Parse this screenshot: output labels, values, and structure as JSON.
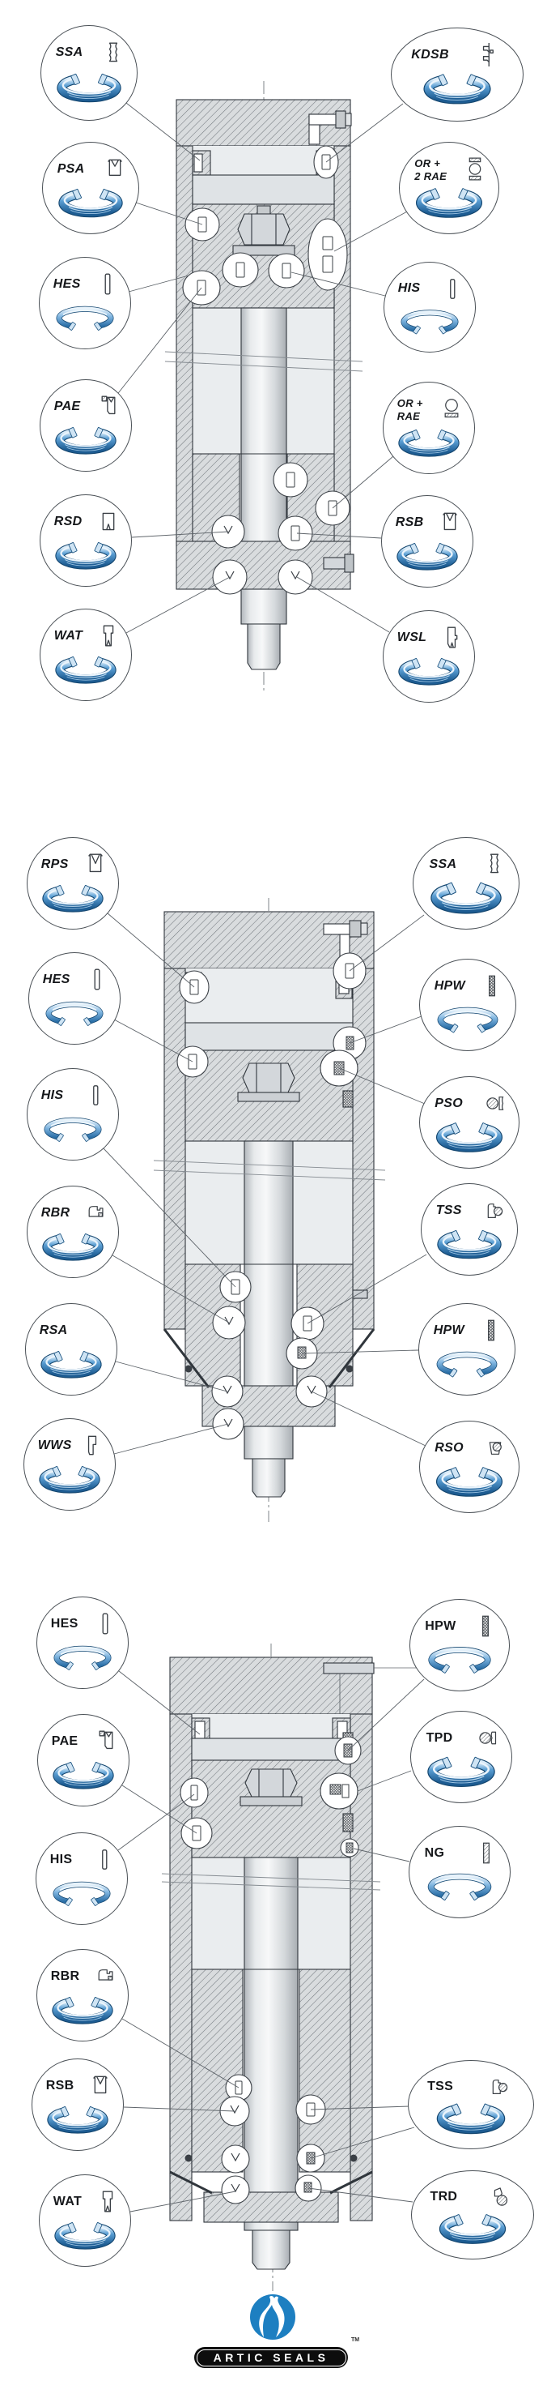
{
  "brand": {
    "name": "ARTIC SEALS",
    "tm": "TM",
    "logo_blue": "#1d7fc1",
    "bar_bg": "#0d0d0d",
    "bar_text_color": "#ffffff"
  },
  "colors": {
    "seal_blue_dark": "#17507e",
    "seal_blue": "#2f7cb9",
    "seal_blue_light": "#bcd9ef",
    "metal_fill": "#d9dcde",
    "bore_fill": "#eaedef",
    "outline": "#30363c",
    "leader_line": "#5c6268"
  },
  "diagrams": [
    {
      "name": "cylinder-section-1",
      "callouts": [
        {
          "label": "SSA",
          "icon": "ssa-profile-icon",
          "ring": "cup"
        },
        {
          "label": "PSA",
          "icon": "psa-profile-icon",
          "ring": "cup"
        },
        {
          "label": "HES",
          "icon": "hes-profile-icon",
          "ring": "band"
        },
        {
          "label": "PAE",
          "icon": "pae-profile-icon",
          "ring": "cup"
        },
        {
          "label": "RSD",
          "icon": "rsd-profile-icon",
          "ring": "cup"
        },
        {
          "label": "WAT",
          "icon": "wat-profile-icon",
          "ring": "cup"
        },
        {
          "label": "KDSB",
          "icon": "kdsb-profile-icon",
          "ring": "cup"
        },
        {
          "label": "OR +",
          "label2": "2 RAE",
          "icon": "or-2rae-profile-icon",
          "ring": "cup"
        },
        {
          "label": "HIS",
          "icon": "his-profile-icon",
          "ring": "band"
        },
        {
          "label": "OR +",
          "label2": "RAE",
          "icon": "or-rae-profile-icon",
          "ring": "cup"
        },
        {
          "label": "RSB",
          "icon": "rsb-profile-icon",
          "ring": "cup"
        },
        {
          "label": "WSL",
          "icon": "wsl-profile-icon",
          "ring": "cup"
        }
      ]
    },
    {
      "name": "cylinder-section-2",
      "callouts": [
        {
          "label": "RPS",
          "icon": "rps-profile-icon",
          "ring": "cup"
        },
        {
          "label": "HES",
          "icon": "hes-profile-icon",
          "ring": "band"
        },
        {
          "label": "HIS",
          "icon": "his-profile-icon",
          "ring": "band"
        },
        {
          "label": "RBR",
          "icon": "rbr-profile-icon",
          "ring": "cup"
        },
        {
          "label": "RSA",
          "icon": "rsa-profile-icon",
          "ring": "cup"
        },
        {
          "label": "WWS",
          "icon": "wws-profile-icon",
          "ring": "cup"
        },
        {
          "label": "SSA",
          "icon": "ssa-profile-icon",
          "ring": "cup"
        },
        {
          "label": "HPW",
          "icon": "hpw-profile-icon",
          "ring": "band"
        },
        {
          "label": "PSO",
          "icon": "pso-profile-icon",
          "ring": "cup"
        },
        {
          "label": "TSS",
          "icon": "tss-profile-icon",
          "ring": "cup"
        },
        {
          "label": "HPW",
          "icon": "hpw-profile-icon",
          "ring": "band"
        },
        {
          "label": "RSO",
          "icon": "rso-profile-icon",
          "ring": "cup"
        }
      ]
    },
    {
      "name": "cylinder-section-3",
      "callouts": [
        {
          "label": "HES",
          "icon": "hes-profile-icon",
          "ring": "band"
        },
        {
          "label": "PAE",
          "icon": "pae-profile-icon",
          "ring": "cup"
        },
        {
          "label": "HIS",
          "icon": "his-profile-icon",
          "ring": "band"
        },
        {
          "label": "RBR",
          "icon": "rbr-profile-icon",
          "ring": "cup"
        },
        {
          "label": "RSB",
          "icon": "rsb-profile-icon",
          "ring": "cup"
        },
        {
          "label": "WAT",
          "icon": "wat-profile-icon",
          "ring": "cup"
        },
        {
          "label": "HPW",
          "icon": "hpw-profile-icon",
          "ring": "band"
        },
        {
          "label": "TPD",
          "icon": "tpd-profile-icon",
          "ring": "cup"
        },
        {
          "label": "NG",
          "icon": "ng-profile-icon",
          "ring": "band"
        },
        {
          "label": "TSS",
          "icon": "tss-profile-icon",
          "ring": "cup"
        },
        {
          "label": "TRD",
          "icon": "trd-profile-icon",
          "ring": "cup"
        }
      ]
    }
  ]
}
